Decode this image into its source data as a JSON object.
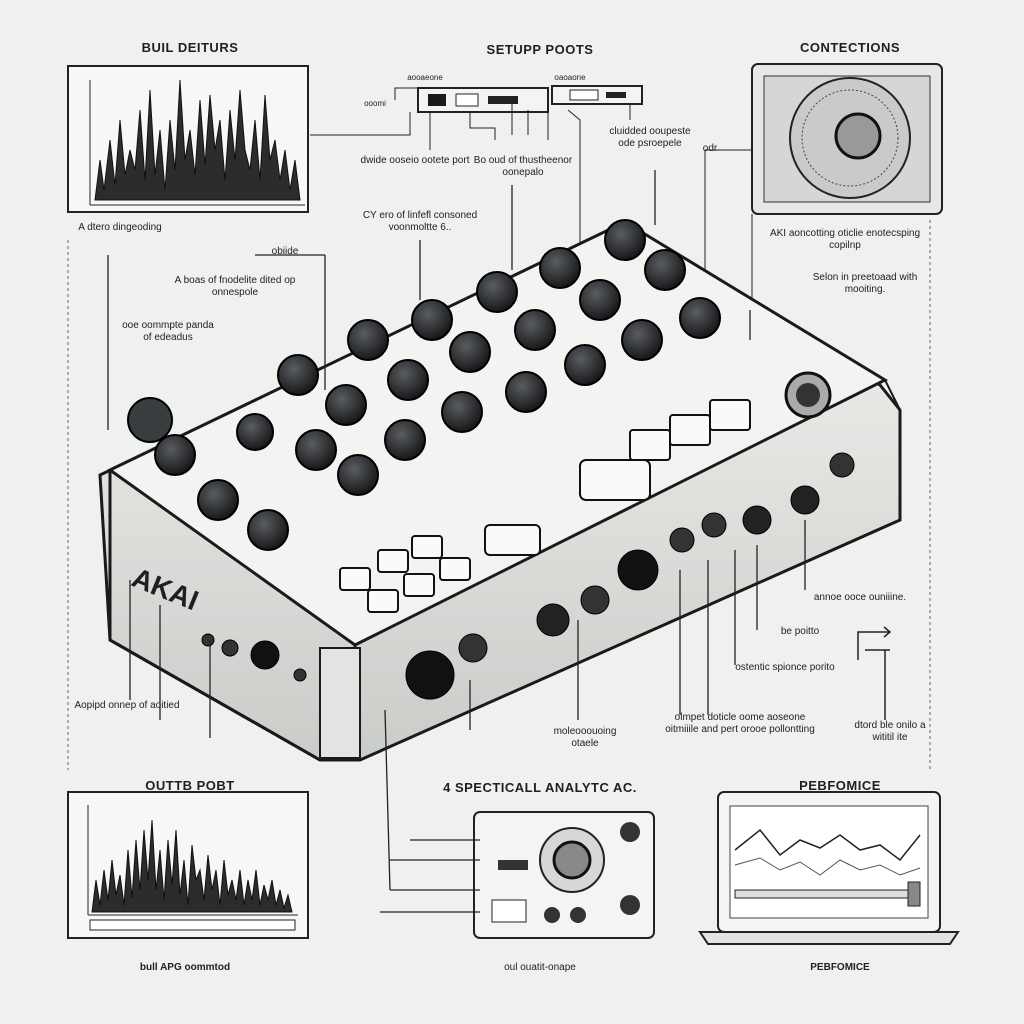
{
  "headings": {
    "top_left": "BUIL DEITURS",
    "top_center": "SETUPP POOTS",
    "top_right": "CONTECTIONS",
    "bottom_left": "OUTTB POBT",
    "bottom_center": "4 SPECTICALL ANALYTC AC.",
    "bottom_right": "PEBFOMICE"
  },
  "brand": {
    "logo_text": "AKAI"
  },
  "callouts": {
    "top_left_note": "A dtero dingeoding",
    "left_1": "A boas of fnodelite dited op onnespole",
    "left_2": "ooe oommpte panda of edeadus",
    "mid_1": "dwide ooseio ootete port",
    "mid_2": "Bo oud of thustheenor oonepalo",
    "mid_3": "CY ero of linfefl consoned voonmoltte 6..",
    "mid_4": "obiide",
    "right_1": "cluidded ooupeste ode psroepele",
    "right_2": "odr",
    "right_3": "AKI aoncotting oticlie enotecsping copilnp",
    "right_4": "Selon in preetoaad with mooiting.",
    "right_5": "annoe ooce ouniiine.",
    "right_6": "be poitto",
    "right_7": "ostentic spionce porito",
    "right_8": "olmpet doticle oome aoseone oitmiiile and pert orooe pollontting",
    "right_9": "dtord ble onilo a wititil ite",
    "bottom_left_note": "Aopipd onnep of aoitied",
    "bottom_center_note": "moleooouoing otaele",
    "caption_left": "bull APG oommtod",
    "caption_center": "oul ouatit-onape",
    "caption_right": "PEBFOMICE",
    "top_port_labels": [
      "aooaeone",
      "oaoaone",
      "ooomi"
    ]
  },
  "icons": [
    "knob-icon",
    "pad-icon",
    "jack-icon",
    "speaker-icon",
    "waveform-icon",
    "laptop-icon",
    "arrow-icon"
  ]
}
